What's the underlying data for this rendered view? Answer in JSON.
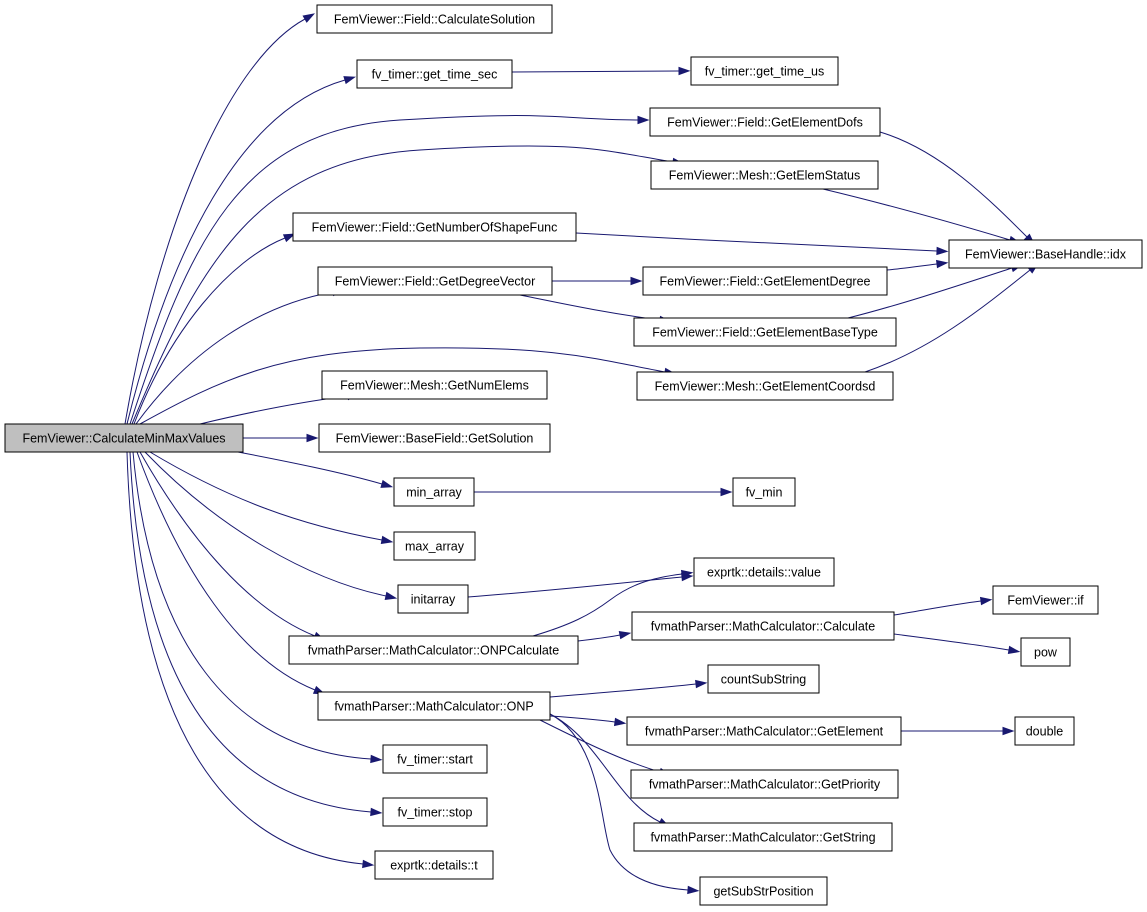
{
  "diagram": {
    "type": "call-graph",
    "edge_color": "#191970",
    "root_fill": "#bfbfbf",
    "nodes": [
      {
        "id": "root",
        "label": "FemViewer::CalculateMinMaxValues",
        "root": true
      },
      {
        "id": "calcsol",
        "label": "FemViewer::Field::CalculateSolution"
      },
      {
        "id": "timesec",
        "label": "fv_timer::get_time_sec"
      },
      {
        "id": "timeus",
        "label": "fv_timer::get_time_us"
      },
      {
        "id": "getdofs",
        "label": "FemViewer::Field::GetElementDofs"
      },
      {
        "id": "elemstatus",
        "label": "FemViewer::Mesh::GetElemStatus"
      },
      {
        "id": "numshape",
        "label": "FemViewer::Field::GetNumberOfShapeFunc"
      },
      {
        "id": "idx",
        "label": "FemViewer::BaseHandle::idx"
      },
      {
        "id": "degvec",
        "label": "FemViewer::Field::GetDegreeVector"
      },
      {
        "id": "eldeg",
        "label": "FemViewer::Field::GetElementDegree"
      },
      {
        "id": "elbase",
        "label": "FemViewer::Field::GetElementBaseType"
      },
      {
        "id": "coords",
        "label": "FemViewer::Mesh::GetElementCoordsd"
      },
      {
        "id": "numelems",
        "label": "FemViewer::Mesh::GetNumElems"
      },
      {
        "id": "getsol",
        "label": "FemViewer::BaseField::GetSolution"
      },
      {
        "id": "minarr",
        "label": "min_array"
      },
      {
        "id": "fvmin",
        "label": "fv_min"
      },
      {
        "id": "maxarr",
        "label": "max_array"
      },
      {
        "id": "exval",
        "label": "exprtk::details::value"
      },
      {
        "id": "initarr",
        "label": "initarray"
      },
      {
        "id": "onpcalc",
        "label": "fvmathParser::MathCalculator::ONPCalculate"
      },
      {
        "id": "calc",
        "label": "fvmathParser::MathCalculator::Calculate"
      },
      {
        "id": "fvif",
        "label": "FemViewer::if"
      },
      {
        "id": "pow",
        "label": "pow"
      },
      {
        "id": "countsub",
        "label": "countSubString"
      },
      {
        "id": "onp",
        "label": "fvmathParser::MathCalculator::ONP"
      },
      {
        "id": "getel",
        "label": "fvmathParser::MathCalculator::GetElement"
      },
      {
        "id": "dbl",
        "label": "double"
      },
      {
        "id": "prio",
        "label": "fvmathParser::MathCalculator::GetPriority"
      },
      {
        "id": "getstr",
        "label": "fvmathParser::MathCalculator::GetString"
      },
      {
        "id": "tstart",
        "label": "fv_timer::start"
      },
      {
        "id": "tstop",
        "label": "fv_timer::stop"
      },
      {
        "id": "ext",
        "label": "exprtk::details::t"
      },
      {
        "id": "substrpos",
        "label": "getSubStrPosition"
      }
    ],
    "edges": [
      [
        "root",
        "calcsol"
      ],
      [
        "root",
        "timesec"
      ],
      [
        "root",
        "getdofs"
      ],
      [
        "root",
        "elemstatus"
      ],
      [
        "root",
        "numshape"
      ],
      [
        "root",
        "degvec"
      ],
      [
        "root",
        "coords"
      ],
      [
        "root",
        "numelems"
      ],
      [
        "root",
        "getsol"
      ],
      [
        "root",
        "minarr"
      ],
      [
        "root",
        "maxarr"
      ],
      [
        "root",
        "initarr"
      ],
      [
        "root",
        "onpcalc"
      ],
      [
        "root",
        "onp"
      ],
      [
        "root",
        "tstart"
      ],
      [
        "root",
        "tstop"
      ],
      [
        "root",
        "ext"
      ],
      [
        "timesec",
        "timeus"
      ],
      [
        "getdofs",
        "idx"
      ],
      [
        "elemstatus",
        "idx"
      ],
      [
        "numshape",
        "idx"
      ],
      [
        "degvec",
        "eldeg"
      ],
      [
        "degvec",
        "elbase"
      ],
      [
        "eldeg",
        "idx"
      ],
      [
        "elbase",
        "idx"
      ],
      [
        "coords",
        "idx"
      ],
      [
        "minarr",
        "fvmin"
      ],
      [
        "initarr",
        "exval"
      ],
      [
        "onpcalc",
        "exval"
      ],
      [
        "onpcalc",
        "calc"
      ],
      [
        "calc",
        "fvif"
      ],
      [
        "calc",
        "pow"
      ],
      [
        "onp",
        "countsub"
      ],
      [
        "onp",
        "getel"
      ],
      [
        "onp",
        "prio"
      ],
      [
        "onp",
        "getstr"
      ],
      [
        "onp",
        "substrpos"
      ],
      [
        "getel",
        "dbl"
      ]
    ]
  }
}
